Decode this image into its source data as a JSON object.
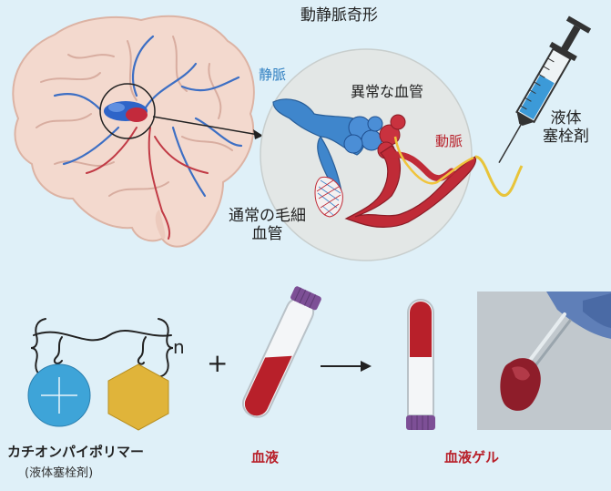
{
  "labels": {
    "title": "動静脈奇形",
    "vein": "静脈",
    "abnormal_vessels": "異常な血管",
    "artery": "動脈",
    "capillary_line1": "通常の毛細",
    "capillary_line2": "血管",
    "embolic_line1": "液体",
    "embolic_line2": "塞栓剤",
    "repeat_unit": "n",
    "plus": "+",
    "polymer": "カチオンパイポリマー",
    "polymer_sub": "(液体塞栓剤)",
    "blood": "血液",
    "blood_gel": "血液ゲル"
  },
  "colors": {
    "background": "#dff0f8",
    "artery": "#b8202a",
    "vein": "#2f7fc1",
    "cation": "#3ea4d8",
    "anion": "#e0b43a"
  },
  "icons": {
    "brain": "brain-illustration",
    "syringe": "syringe-icon",
    "arrow": "right-arrow-icon"
  }
}
